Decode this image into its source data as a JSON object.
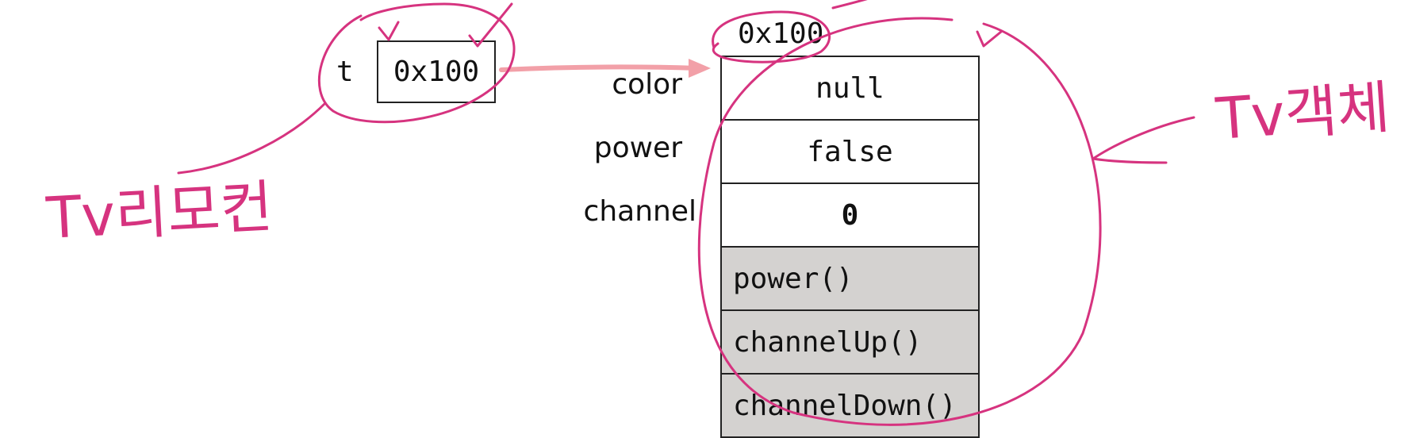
{
  "reference": {
    "name": "t",
    "value": "0x100"
  },
  "object": {
    "address": "0x100",
    "fields": [
      {
        "name": "color",
        "value": "null"
      },
      {
        "name": "power",
        "value": "false"
      },
      {
        "name": "channel",
        "value": "0"
      }
    ],
    "methods": [
      "power()",
      "channelUp()",
      "channelDown()"
    ]
  },
  "annotations": {
    "left_note": "Tv리모컨",
    "right_note": "Tv객체",
    "ink_color": "#d6337f",
    "arrow_color": "#f2a0a8"
  }
}
